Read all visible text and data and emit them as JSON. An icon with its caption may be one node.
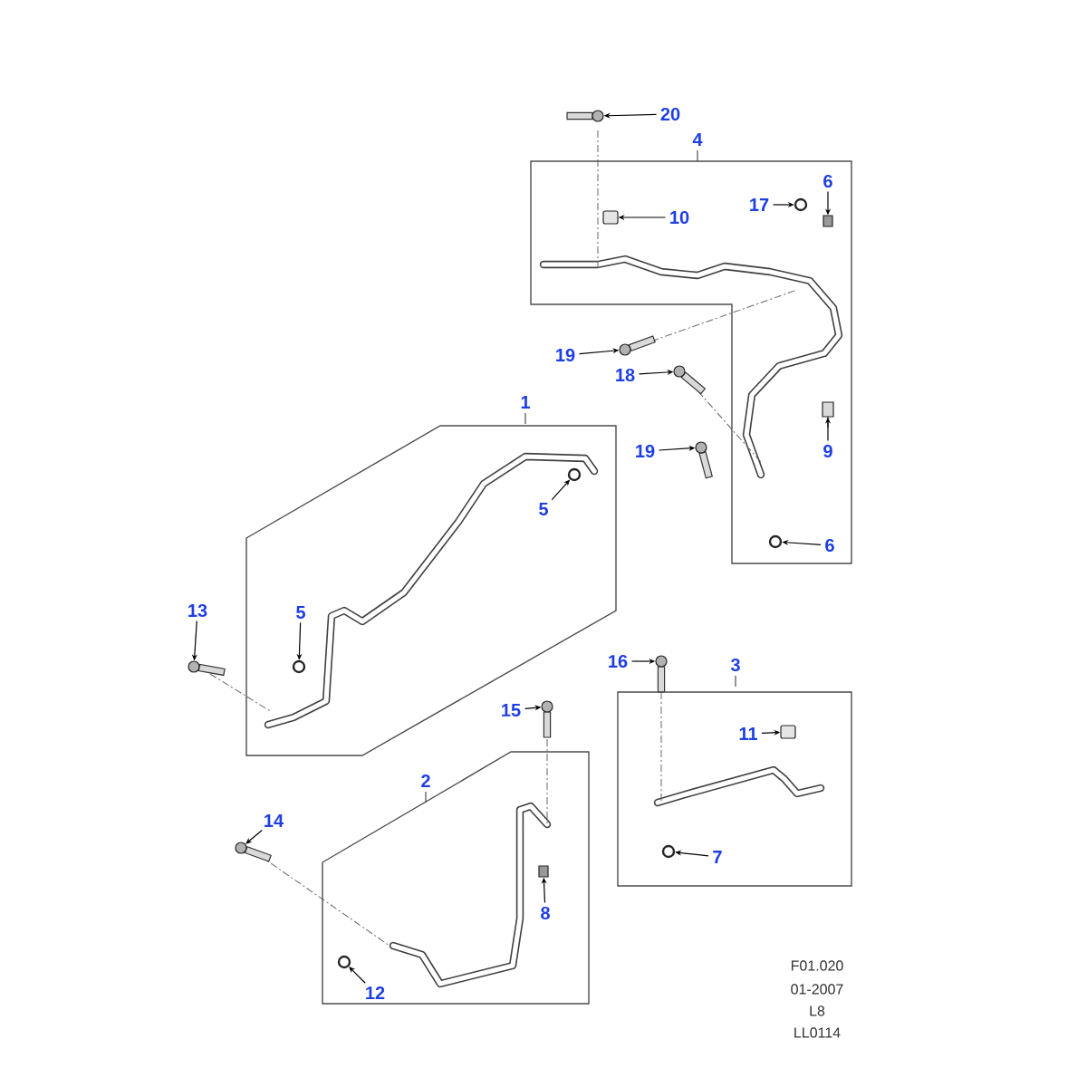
{
  "diagram": {
    "nodes": [
      {
        "text": [
          "20"
        ]
      },
      {
        "text": [],
        "shape": "bolt"
      },
      {
        "text": [
          "4"
        ]
      },
      {
        "text": [
          "10"
        ],
        "in": 2
      },
      {
        "text": [],
        "shape": "box",
        "in": 2
      },
      {
        "text": [
          "17"
        ],
        "in": 2
      },
      {
        "text": [],
        "shape": "circle",
        "in": 2
      },
      {
        "text": [
          "6"
        ],
        "in": 2
      },
      {
        "text": [],
        "shape": "box",
        "in": 2
      },
      {
        "text": [
          "19"
        ]
      },
      {
        "text": [],
        "shape": "bolt"
      },
      {
        "text": [
          "18"
        ]
      },
      {
        "text": [],
        "shape": "bolt"
      },
      {
        "text": [
          "19"
        ]
      },
      {
        "text": [],
        "shape": "bolt"
      },
      {
        "text": [
          "9"
        ],
        "in": 2
      },
      {
        "text": [],
        "shape": "box",
        "in": 2
      },
      {
        "text": [
          "6"
        ],
        "in": 2
      },
      {
        "text": [],
        "shape": "circle",
        "in": 2
      },
      {
        "text": [
          "1"
        ]
      },
      {
        "text": [
          "5"
        ],
        "in": 19
      },
      {
        "text": [],
        "shape": "circle",
        "in": 19
      },
      {
        "text": [
          "13"
        ]
      },
      {
        "text": [],
        "shape": "bolt"
      },
      {
        "text": [
          "5"
        ],
        "in": 19
      },
      {
        "text": [],
        "shape": "circle",
        "in": 19
      },
      {
        "text": [
          "16"
        ]
      },
      {
        "text": [],
        "shape": "bolt"
      },
      {
        "text": [
          "3"
        ]
      },
      {
        "text": [
          "11"
        ],
        "in": 28
      },
      {
        "text": [],
        "shape": "box",
        "in": 28
      },
      {
        "text": [
          "15"
        ]
      },
      {
        "text": [],
        "shape": "bolt"
      },
      {
        "text": [
          "7"
        ],
        "in": 28
      },
      {
        "text": [],
        "shape": "circle",
        "in": 28
      },
      {
        "text": [
          "2"
        ]
      },
      {
        "text": [
          "14"
        ]
      },
      {
        "text": [],
        "shape": "bolt"
      },
      {
        "text": [
          "8"
        ],
        "in": 35
      },
      {
        "text": [],
        "shape": "box",
        "in": 35
      },
      {
        "text": [
          "12"
        ],
        "in": 35
      },
      {
        "text": [],
        "shape": "circle",
        "in": 35
      }
    ],
    "edges": [
      {
        "from": 0,
        "to": 1,
        "arrow": "to"
      },
      {
        "from": 3,
        "to": 4,
        "arrow": "to"
      },
      {
        "from": 5,
        "to": 6,
        "arrow": "to"
      },
      {
        "from": 7,
        "to": 8,
        "arrow": "to"
      },
      {
        "from": 9,
        "to": 10,
        "arrow": "to"
      },
      {
        "from": 11,
        "to": 12,
        "arrow": "to"
      },
      {
        "from": 13,
        "to": 14,
        "arrow": "to"
      },
      {
        "from": 15,
        "to": 16,
        "arrow": "to"
      },
      {
        "from": 17,
        "to": 18,
        "arrow": "to"
      },
      {
        "from": 20,
        "to": 21,
        "arrow": "to"
      },
      {
        "from": 22,
        "to": 23,
        "arrow": "to"
      },
      {
        "from": 24,
        "to": 25,
        "arrow": "to"
      },
      {
        "from": 26,
        "to": 27,
        "arrow": "to"
      },
      {
        "from": 29,
        "to": 30,
        "arrow": "to"
      },
      {
        "from": 31,
        "to": 32,
        "arrow": "to"
      },
      {
        "from": 33,
        "to": 34,
        "arrow": "to"
      },
      {
        "from": 36,
        "to": 37,
        "arrow": "to"
      },
      {
        "from": 38,
        "to": 39,
        "arrow": "to"
      },
      {
        "from": 40,
        "to": 41,
        "arrow": "to"
      }
    ],
    "labels": [
      "F01.020",
      "01-2007",
      "L8",
      "LL0114"
    ]
  }
}
